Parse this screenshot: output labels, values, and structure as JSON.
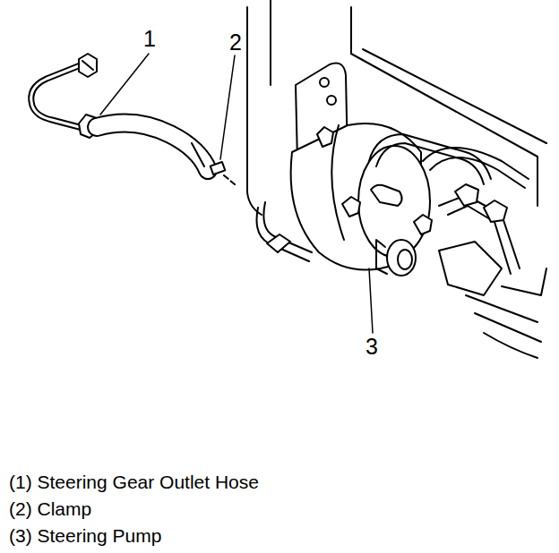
{
  "diagram": {
    "labels": [
      "1",
      "2",
      "3",
      "(1) Steering Gear Outlet Hose",
      "(2) Clamp",
      "(3) Steering Pump"
    ]
  }
}
